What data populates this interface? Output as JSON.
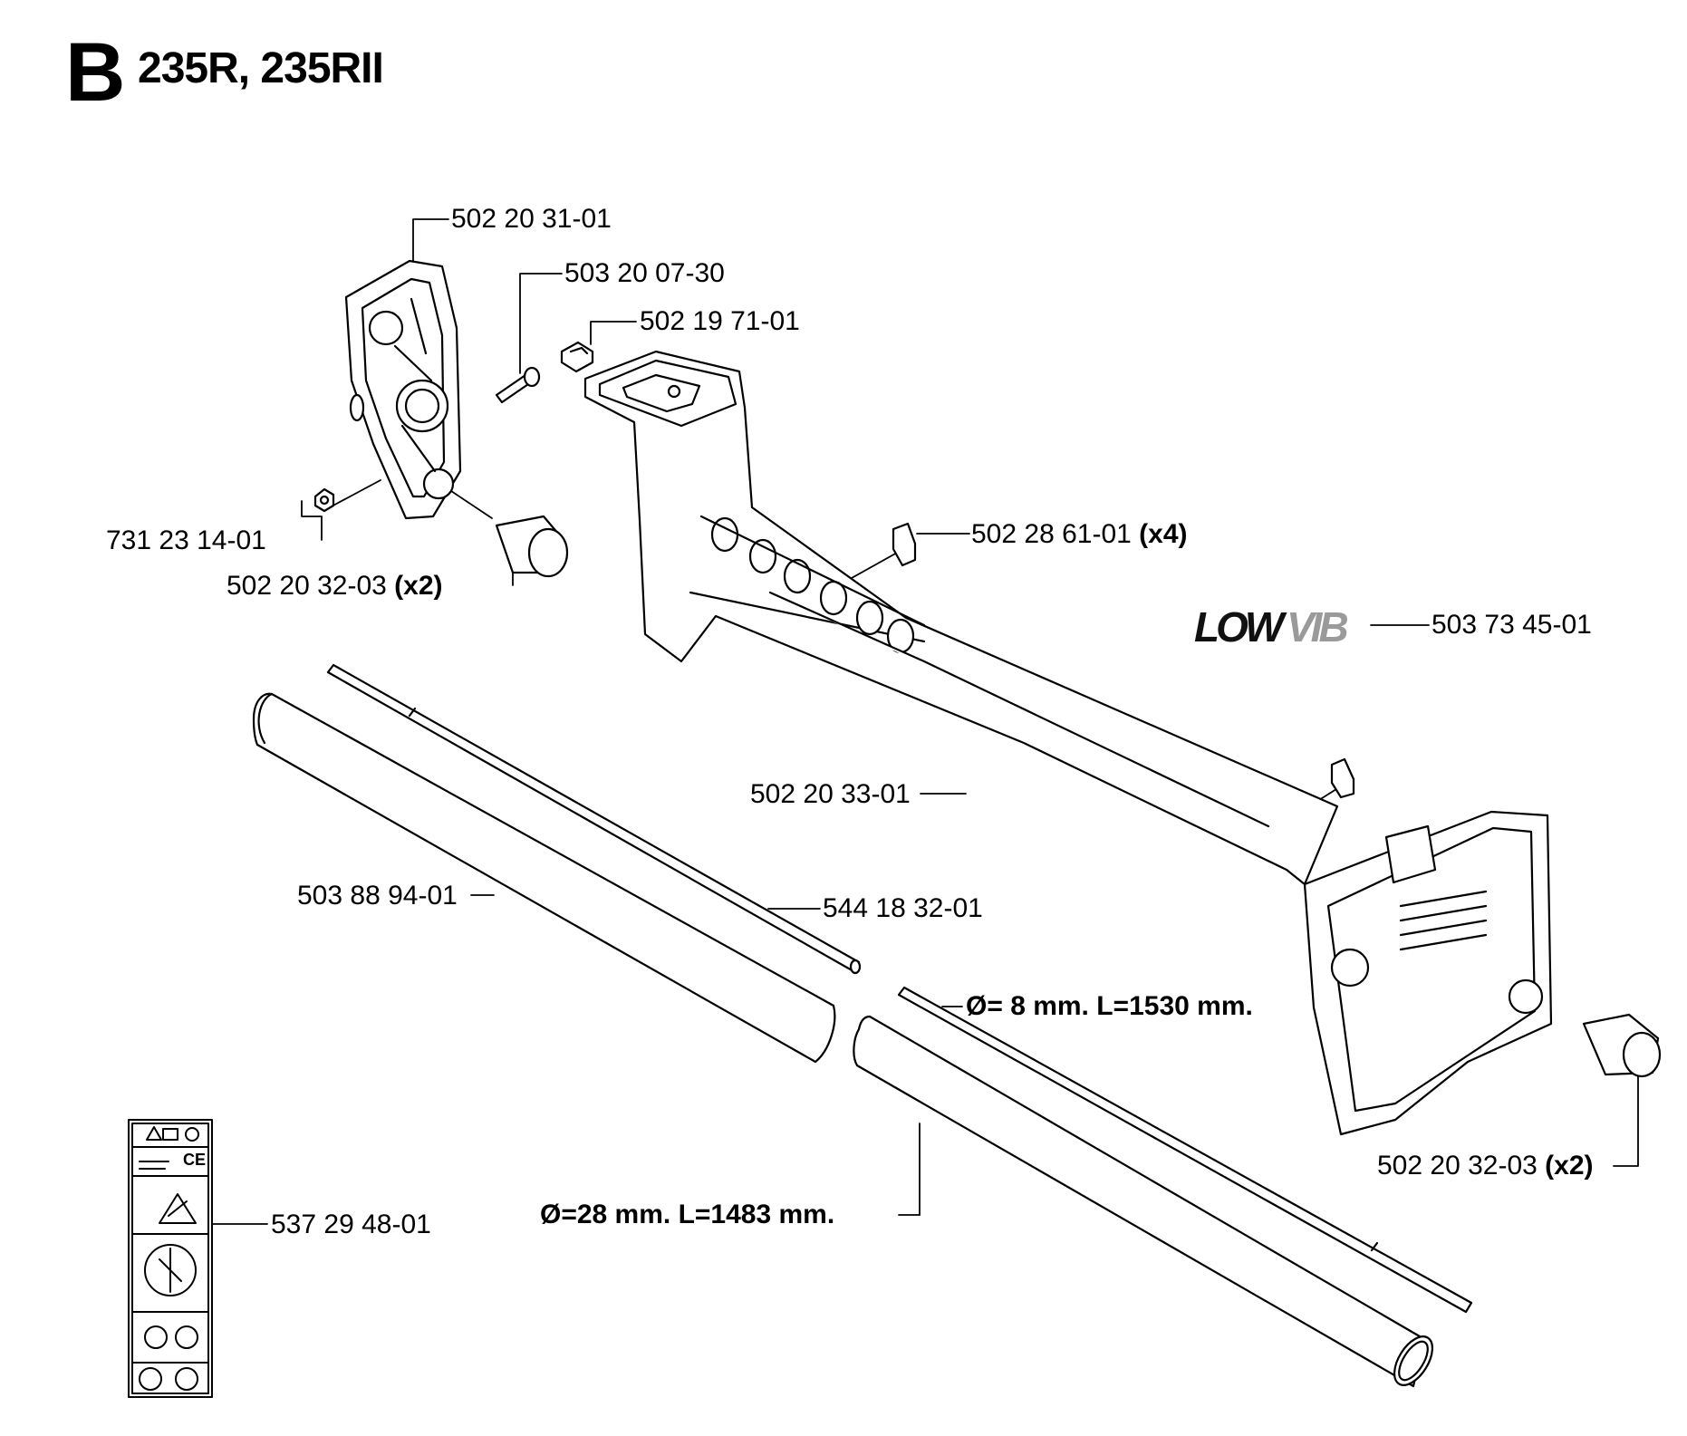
{
  "header": {
    "section_letter": "B",
    "title": "235R, 235RII"
  },
  "parts": {
    "handle_grip": {
      "number": "502 20 31-01"
    },
    "screw": {
      "number": "503 20 07-30"
    },
    "square_nut": {
      "number": "502 19 71-01"
    },
    "nut": {
      "number": "731 23 14-01"
    },
    "end_cap_left": {
      "number": "502 20 32-03",
      "qty": "(x2)"
    },
    "cable_clip": {
      "number": "502 28 61-01",
      "qty": "(x4)"
    },
    "decal": {
      "number": "503 73 45-01",
      "logo_text": "LOW VIB"
    },
    "handlebar": {
      "number": "502 20 33-01"
    },
    "shaft_tube": {
      "number": "503 88 94-01"
    },
    "drive_shaft": {
      "number": "544 18 32-01"
    },
    "end_cap_right": {
      "number": "502 20 32-03",
      "qty": "(x2)"
    },
    "warning_label": {
      "number": "537 29 48-01",
      "ce_mark": "CE"
    }
  },
  "specs": {
    "drive_shaft": "Ø= 8 mm. L=1530 mm.",
    "tube": "Ø=28 mm. L=1483 mm."
  }
}
